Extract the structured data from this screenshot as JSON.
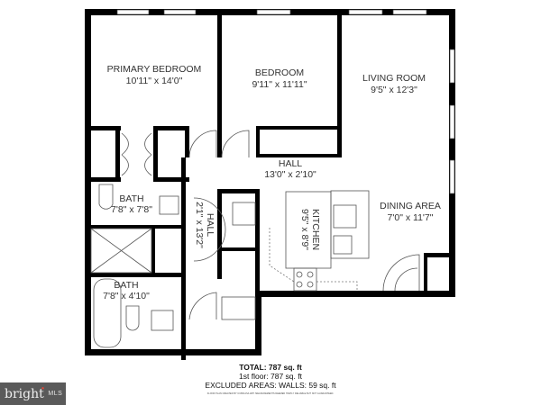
{
  "rooms": {
    "primary_bedroom": {
      "label": "PRIMARY BEDROOM",
      "dims": "10'11\" x 14'0\""
    },
    "bedroom": {
      "label": "BEDROOM",
      "dims": "9'11\" x 11'11\""
    },
    "living_room": {
      "label": "LIVING ROOM",
      "dims": "9'5\" x 12'3\""
    },
    "hall_main": {
      "label": "HALL",
      "dims": "13'0\" x 2'10\""
    },
    "bath_1": {
      "label": "BATH",
      "dims": "7'8\" x 7'8\""
    },
    "hall_small": {
      "label": "HALL",
      "dims": "2'1\" x 13'2\""
    },
    "kitchen": {
      "label": "KITCHEN",
      "dims": "9'5\" x 8'9\""
    },
    "dining_area": {
      "label": "DINING AREA",
      "dims": "7'0\" x 11'7\""
    },
    "bath_2": {
      "label": "BATH",
      "dims": "7'8\" x 4'10\""
    }
  },
  "summary": {
    "total": "TOTAL: 787 sq. ft",
    "first_floor": "1st floor: 787 sq. ft",
    "excluded": "EXCLUDED AREAS: WALLS: 59 sq. ft",
    "disclaimer": "FLOOR PLAN CREATED BY CUBICASA APP. MEASUREMENTS DEEMED HIGHLY RELIABLE BUT NOT GUARANTEED."
  },
  "logo": {
    "brand": "bright",
    "suffix": "MLS",
    "accent": "#d8493a"
  }
}
